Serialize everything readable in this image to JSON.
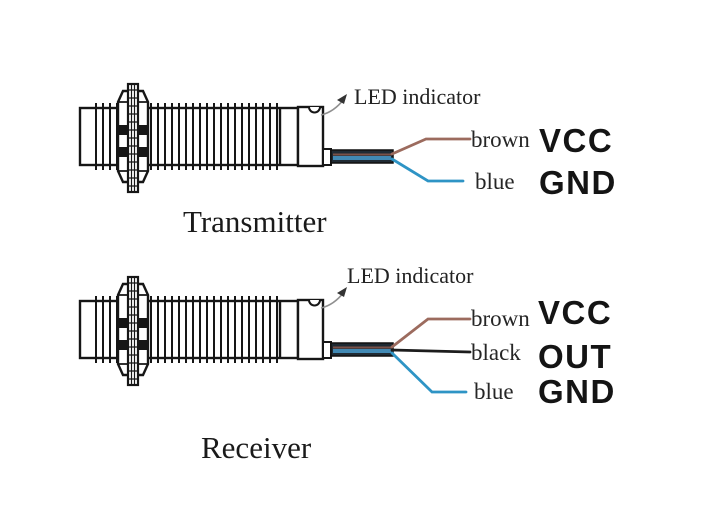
{
  "figures": [
    {
      "caption": "Transmitter",
      "led_label": "LED indicator",
      "wires": [
        {
          "color_name": "brown",
          "pin": "VCC"
        },
        {
          "color_name": "blue",
          "pin": "GND"
        }
      ]
    },
    {
      "caption": "Receiver",
      "led_label": "LED indicator",
      "wires": [
        {
          "color_name": "brown",
          "pin": "VCC"
        },
        {
          "color_name": "black",
          "pin": "OUT"
        },
        {
          "color_name": "blue",
          "pin": "GND"
        }
      ]
    }
  ],
  "colors": {
    "line": "#161616",
    "brown_wire": "#9c6b5e",
    "blue_wire": "#2e94c5",
    "black_wire": "#1c1c1c",
    "cable_dark": "#1f2a33",
    "cable_blue": "#4189b4",
    "cable_brown": "#7a5148"
  }
}
